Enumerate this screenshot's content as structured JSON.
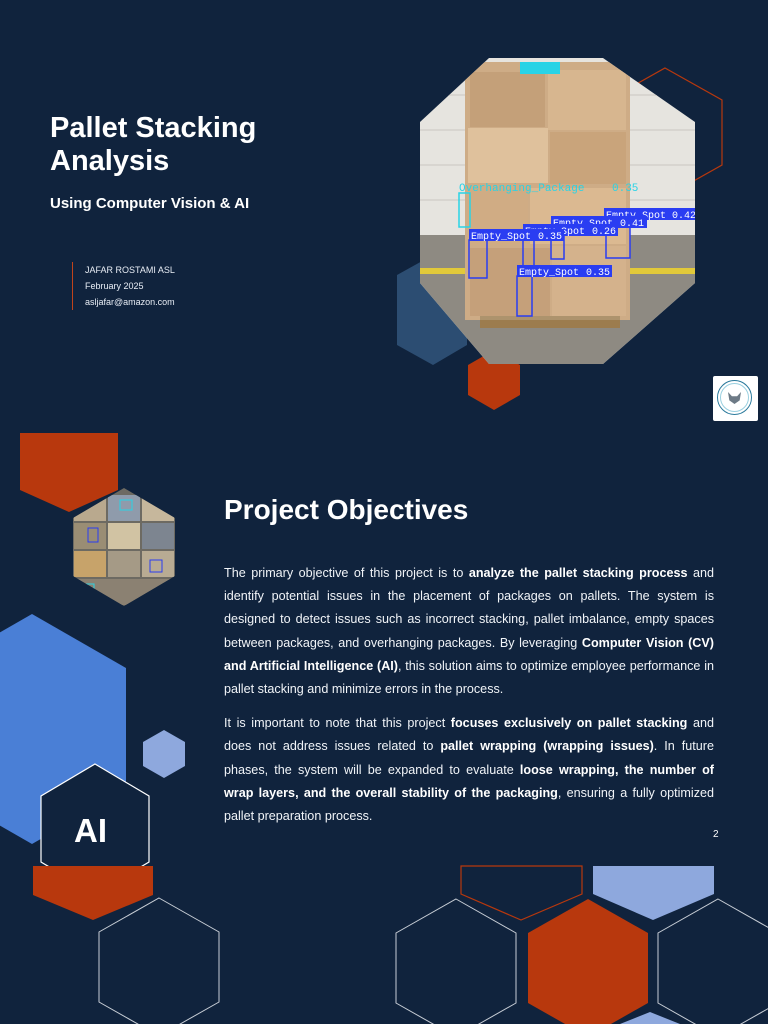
{
  "cover": {
    "title": "Pallet Stacking Analysis",
    "subtitle": "Using Computer Vision & AI",
    "author": {
      "name": "JAFAR ROSTAMI ASL",
      "date": "February 2025",
      "email": "asljafar@amazon.com"
    },
    "photo_detections": [
      {
        "label": "Overhanging_Package",
        "score": "0.35",
        "color": "#29d3e6"
      },
      {
        "label": "Empty_Spot",
        "score": "0.42",
        "color": "#2a3df2"
      },
      {
        "label": "Empty_Spot",
        "score": "0.41",
        "color": "#2a3df2"
      },
      {
        "label": "Empty_Spot",
        "score": "0.26",
        "color": "#2a3df2"
      },
      {
        "label": "Empty_Spot",
        "score": "0.35",
        "color": "#2a3df2"
      },
      {
        "label": "Empty_Spot",
        "score": "0.35",
        "color": "#2a3df2"
      }
    ]
  },
  "section": {
    "heading": "Project Objectives",
    "badge": "AI",
    "page_number": "2",
    "paragraph1": {
      "t1": "The primary objective of this project is to ",
      "b1": "analyze the pallet stacking process",
      "t2": " and identify potential issues in the placement of packages on pallets. The system is designed to detect issues such as incorrect stacking, pallet imbalance, empty spaces between packages, and overhanging packages. By leveraging ",
      "b2": "Computer Vision (CV) and Artificial Intelligence (AI)",
      "t3": ", this solution aims to optimize employee performance in pallet stacking and minimize errors in the process."
    },
    "paragraph2": {
      "t1": "It is important to note that this project ",
      "b1": "focuses exclusively on pallet stacking",
      "t2": " and does not address issues related to ",
      "b2": "pallet wrapping (wrapping issues)",
      "t3": ". In future phases, the system will be expanded to evaluate ",
      "b3": "loose wrapping, the number of wrap layers, and the overall stability of the packaging",
      "t4": ", ensuring a fully optimized pallet preparation process."
    }
  },
  "colors": {
    "background": "#10233d",
    "accent_orange": "#b8380d",
    "accent_blue": "#4a7fd6",
    "light_blue": "#8ea8dd",
    "steel_blue": "#2c4d72"
  }
}
